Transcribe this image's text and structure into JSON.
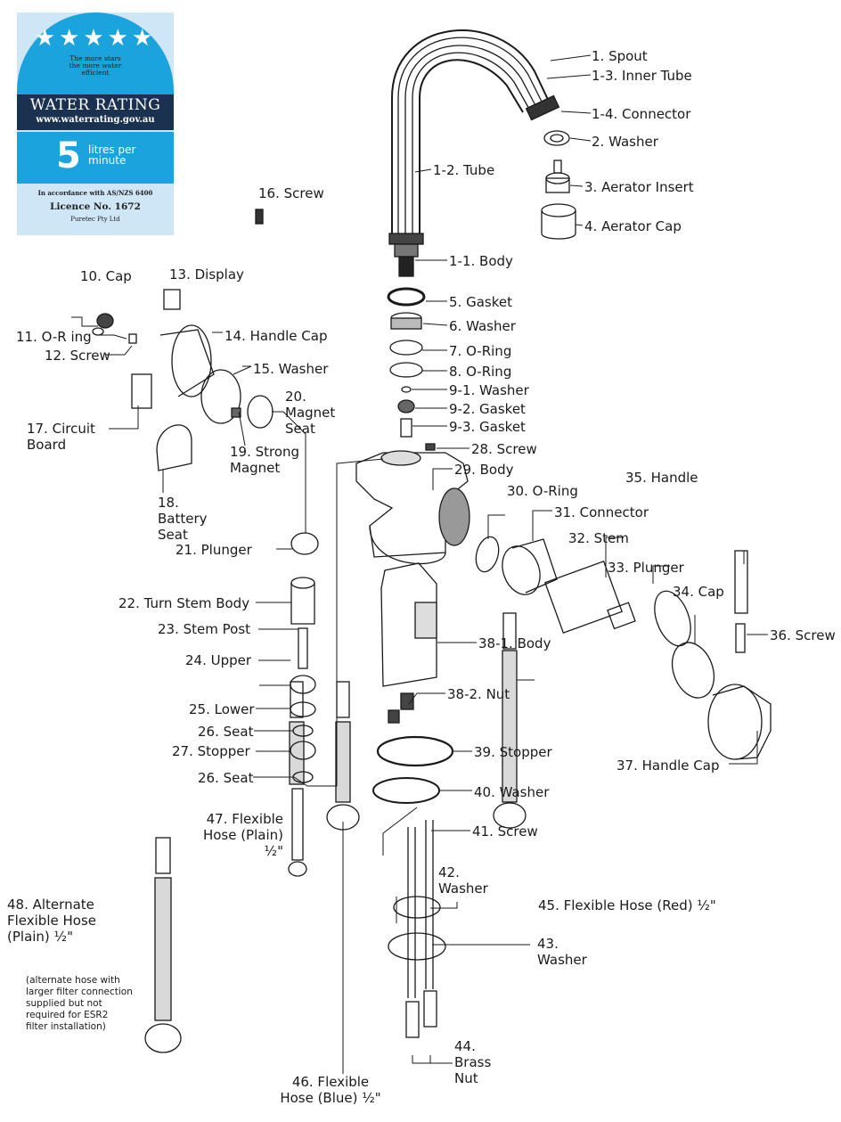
{
  "badge": {
    "tagline": "The more stars the more water efficient",
    "title": "WATER RATING",
    "website": "www.waterrating.gov.au",
    "rating_number": "5",
    "unit": "litres per minute",
    "standard": "In accordance with AS/NZS 6400",
    "licence": "Licence No. 1672",
    "owner": "Puretec Pty Ltd"
  },
  "labels": {
    "p1": "1. Spout",
    "p1_3": "1-3. Inner Tube",
    "p1_4": "1-4. Connector",
    "p2": "2. Washer",
    "p1_2": "1-2. Tube",
    "p3": "3. Aerator Insert",
    "p4": "4. Aerator Cap",
    "p1_1": "1-1. Body",
    "p5": "5. Gasket",
    "p6": "6. Washer",
    "p7": "7. O-Ring",
    "p8": "8. O-Ring",
    "p9_1": "9-1. Washer",
    "p9_2": "9-2. Gasket",
    "p9_3": "9-3. Gasket",
    "p28": "28. Screw",
    "p29": "29. Body",
    "p30": "30. O-Ring",
    "p31": "31. Connector",
    "p32": "32. Stem",
    "p33": "33. Plunger",
    "p34": "34. Cap",
    "p35": "35. Handle",
    "p36": "36. Screw",
    "p37": "37. Handle Cap",
    "p38_1": "38-1. Body",
    "p38_2": "38-2. Nut",
    "p39": "39. Stopper",
    "p40": "40. Washer",
    "p41": "41. Screw",
    "p42": "42. Washer",
    "p43": "43. Washer",
    "p44": "44. Brass Nut",
    "p45": "45. Flexible Hose (Red) ½\"",
    "p46": "46. Flexible Hose (Blue) ½\"",
    "p47": "47. Flexible Hose (Plain) ½\"",
    "p48": "48. Alternate Flexible Hose (Plain) ½\"",
    "p48_note": "(alternate hose with larger filter connection supplied but not required for ESR2 filter installation)",
    "p16": "16. Screw",
    "p10": "10. Cap",
    "p13": "13. Display",
    "p11": "11. O-R ing",
    "p12": "12. Screw",
    "p14": "14. Handle Cap",
    "p15": "15. Washer",
    "p20": "20. Magnet Seat",
    "p17": "17. Circuit Board",
    "p19": "19. Strong Magnet",
    "p18": "18. Battery Seat",
    "p21": "21. Plunger",
    "p22": "22. Turn Stem Body",
    "p23": "23. Stem Post",
    "p24": "24. Upper",
    "p25": "25. Lower",
    "p26a": "26. Seat",
    "p27": "27. Stopper",
    "p26b": "26. Seat"
  }
}
